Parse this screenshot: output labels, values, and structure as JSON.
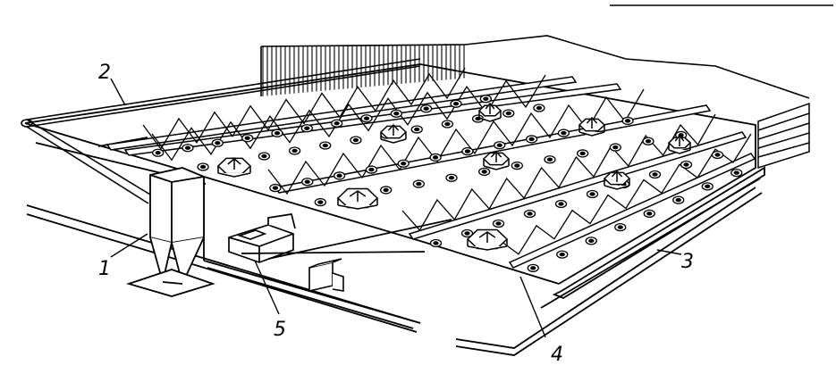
{
  "diagram": {
    "ink_color": "#000000",
    "background_color": "#ffffff",
    "callouts": {
      "c1": "1",
      "c2": "2",
      "c3": "3",
      "c4": "4",
      "c5": "5"
    }
  }
}
